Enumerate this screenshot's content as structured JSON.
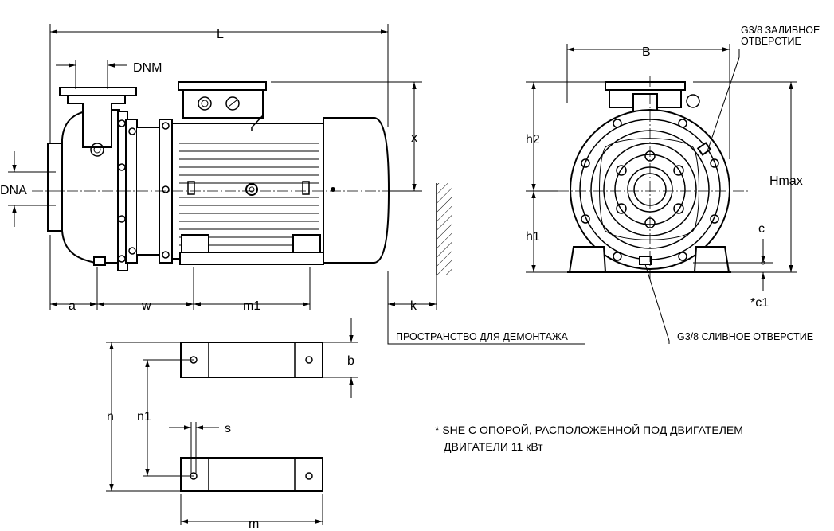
{
  "dimensions": {
    "L": "L",
    "DNM": "DNM",
    "DNA": "DNA",
    "x": "x",
    "a": "a",
    "w": "w",
    "m1": "m1",
    "k": "k",
    "B": "B",
    "h2": "h2",
    "h1": "h1",
    "Hmax": "Hmax",
    "c": "c",
    "c1": "*c1",
    "b": "b",
    "n": "n",
    "n1": "n1",
    "s": "s",
    "m": "m"
  },
  "callouts": {
    "filling_hole_line1": "G3/8 ЗАЛИВНОЕ",
    "filling_hole_line2": "ОТВЕРСТИЕ",
    "drain_hole": "G3/8 СЛИВНОЕ ОТВЕРСТИЕ",
    "dismantling_space": "ПРОСТРАНСТВО ДЛЯ ДЕМОНТАЖА"
  },
  "footnote": {
    "line1": "* SHE С ОПОРОЙ, РАСПОЛОЖЕННОЙ ПОД ДВИГАТЕЛЕМ",
    "line2": "ДВИГАТЕЛИ 11 кВт"
  }
}
